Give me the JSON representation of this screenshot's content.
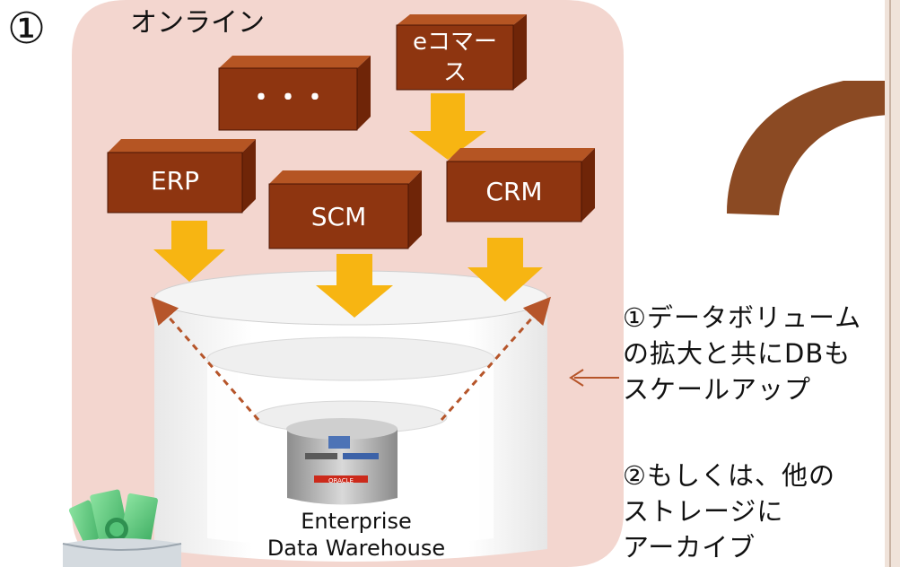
{
  "header": {
    "number": "①",
    "title": "オンライン"
  },
  "systems": [
    {
      "id": "ecommerce",
      "label": "eコマース",
      "line1": "eコマー",
      "line2": "ス"
    },
    {
      "id": "others",
      "label": "・・・"
    },
    {
      "id": "erp",
      "label": "ERP"
    },
    {
      "id": "scm",
      "label": "SCM"
    },
    {
      "id": "crm",
      "label": "CRM"
    }
  ],
  "warehouse": {
    "line1": "Enterprise",
    "line2": "Data Warehouse",
    "inner_logo_text": "ORACLE"
  },
  "notes": {
    "note1": "①データボリューム\nの拡大と共にDBも\nスケールアップ",
    "note2": "②もしくは、他の\nストレージに\nアーカイブ"
  },
  "colors": {
    "panel": "#f3d6cf",
    "box": "#8e3510",
    "arrow": "#f7b512",
    "curve": "#8b4a23"
  },
  "icons": [
    "trash-bin-money-icon",
    "database-icon"
  ]
}
